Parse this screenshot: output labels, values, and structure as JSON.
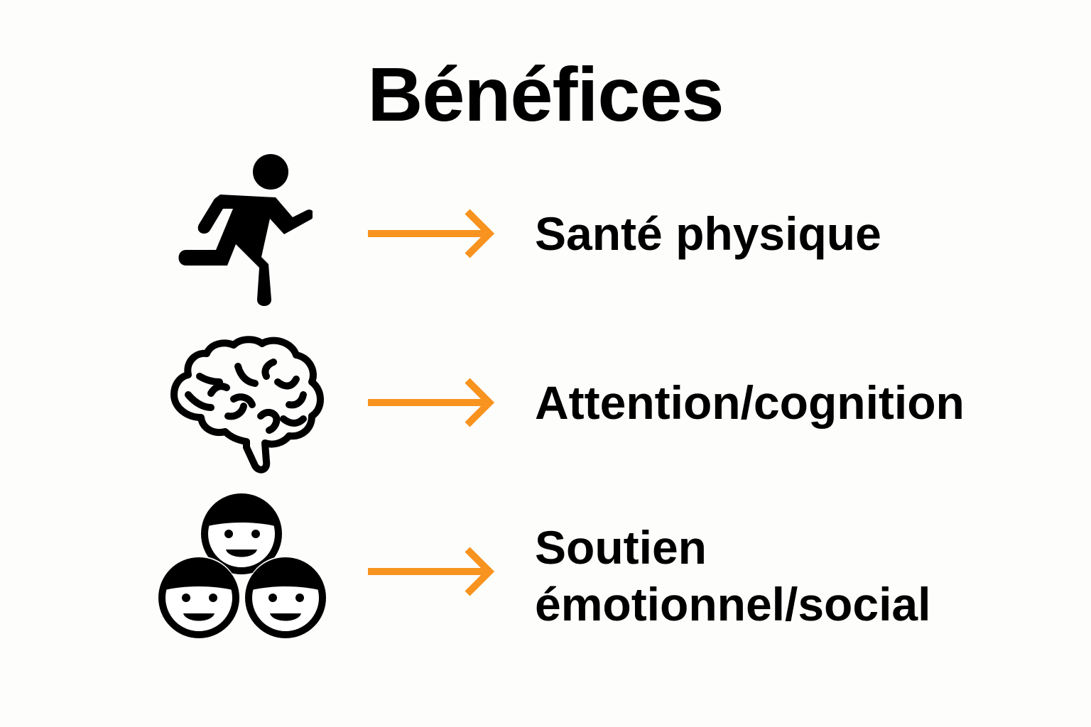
{
  "title": "Bénéfices",
  "arrow_color": "#f7931e",
  "items": [
    {
      "icon": "running-person-icon",
      "label": "Santé physique"
    },
    {
      "icon": "brain-icon",
      "label": "Attention/cognition"
    },
    {
      "icon": "group-faces-icon",
      "label_line1": "Soutien",
      "label_line2": "émotionnel/social"
    }
  ]
}
